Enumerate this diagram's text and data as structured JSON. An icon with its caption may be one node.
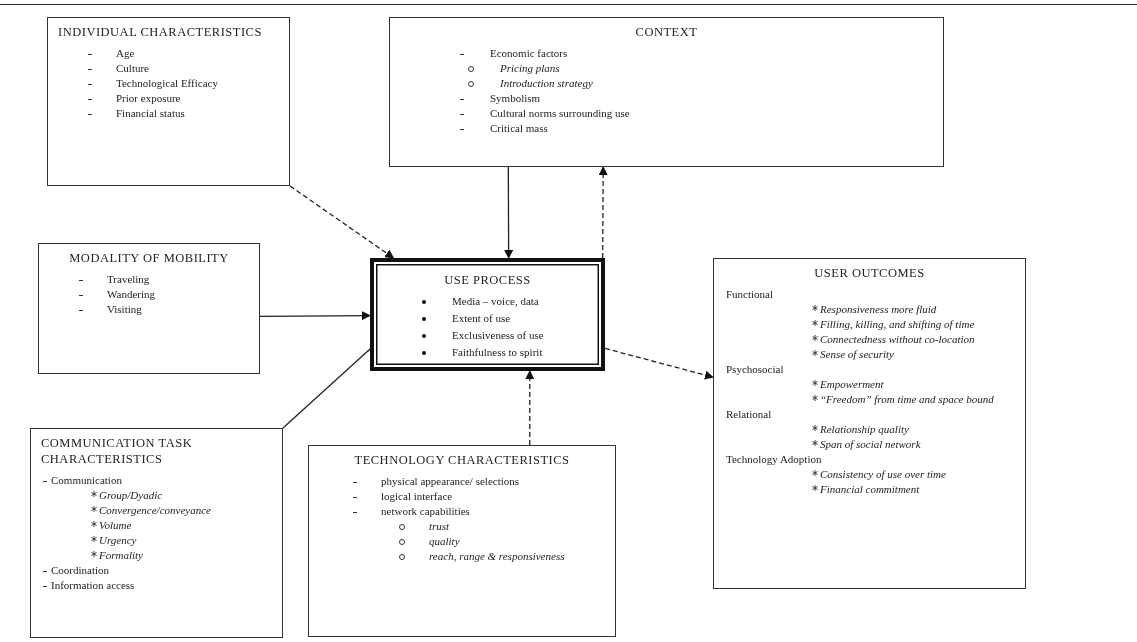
{
  "diagram": {
    "nodes": [
      {
        "text": [
          "INDIVIDUAL CHARACTERISTICS",
          "Age",
          "Culture",
          "Technological Efficacy",
          "Prior exposure",
          "Financial status"
        ]
      },
      {
        "text": [
          "CONTEXT",
          "Economic factors",
          "Pricing plans",
          "Introduction strategy",
          "Symbolism",
          "Cultural norms surrounding use",
          "Critical mass"
        ]
      },
      {
        "text": [
          "MODALITY OF MOBILITY",
          "Traveling",
          "Wandering",
          "Visiting"
        ]
      },
      {
        "text": [
          "USE PROCESS",
          "Media – voice, data",
          "Extent of use",
          "Exclusiveness of use",
          "Faithfulness to spirit"
        ]
      },
      {
        "text": [
          "USER OUTCOMES",
          "Functional",
          "Responsiveness more fluid",
          "Filling, killing, and shifting of time",
          "Connectedness without co-location",
          "Sense of security",
          "Psychosocial",
          "Empowerment",
          "“Freedom” from time and space bound",
          "Relational",
          "Relationship quality",
          "Span of social network",
          "Technology Adoption",
          "Consistency of use over time",
          "Financial commitment"
        ]
      },
      {
        "text": [
          "COMMUNICATION TASK CHARACTERISTICS",
          "Communication",
          "Group/Dyadic",
          "Convergence/conveyance",
          "Volume",
          "Urgency",
          "Formality",
          "Coordination",
          "Information access"
        ]
      },
      {
        "text": [
          "TECHNOLOGY CHARACTERISTICS",
          "physical appearance/ selections",
          "logical interface",
          "network capabilities",
          "trust",
          "quality",
          "reach, range & responsiveness"
        ]
      }
    ],
    "edges": [
      {
        "from": 0,
        "to": 3,
        "arrow": "to",
        "style": "dashed"
      },
      {
        "from": 1,
        "to": 3,
        "arrow": "to"
      },
      {
        "from": 3,
        "to": 1,
        "arrow": "to",
        "style": "dashed"
      },
      {
        "from": 2,
        "to": 3,
        "arrow": "to"
      },
      {
        "from": 5,
        "to": 3,
        "arrow": "to"
      },
      {
        "from": 6,
        "to": 3,
        "arrow": "to",
        "style": "dashed"
      },
      {
        "from": 3,
        "to": 4,
        "arrow": "to",
        "style": "dashed"
      }
    ]
  }
}
